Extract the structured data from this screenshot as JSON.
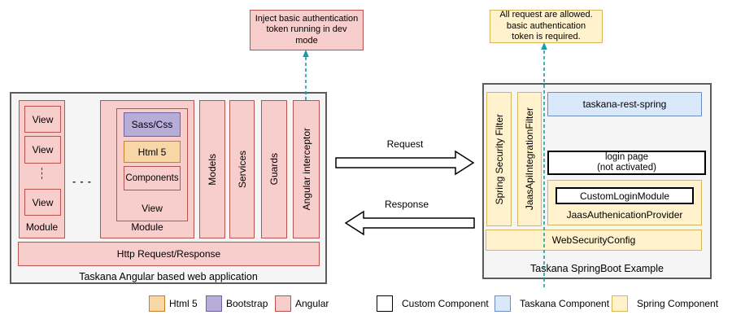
{
  "annotations": {
    "dev_note": "Inject basic authentication\ntoken running in dev\nmode",
    "auth_note": "All request are allowed.\nbasic authentication\ntoken is required."
  },
  "left_app": {
    "title": "Taskana Angular based web application",
    "module1": {
      "label": "Module",
      "views": [
        "View",
        "View",
        "View"
      ]
    },
    "separator": "- - -",
    "module2": {
      "label": "Module",
      "view_label": "View",
      "sass": "Sass/Css",
      "html5": "Html 5",
      "components": "Components"
    },
    "bars": [
      "Models",
      "Services",
      "Guards",
      "Angular interceptor"
    ],
    "http_bar": "Http Request/Response"
  },
  "flows": {
    "request": "Request",
    "response": "Response"
  },
  "right_app": {
    "title": "Taskana SpringBoot Example",
    "filters": [
      "Spring Security Filter",
      "JaasApiIntegrationFilter"
    ],
    "rest": "taskana-rest-spring",
    "login_page": "login page\n(not activated)",
    "provider": {
      "label": "JaasAuthenicationProvider",
      "custom_login": "CustomLoginModule"
    },
    "web_security": "WebSecurityConfig"
  },
  "legend": [
    {
      "label": "Html 5",
      "fill": "#f9d6a6",
      "border": "#c67f2b"
    },
    {
      "label": "Bootstrap",
      "fill": "#b6add8",
      "border": "#6d61a0"
    },
    {
      "label": "Angular",
      "fill": "#f8cecc",
      "border": "#b85450"
    },
    {
      "label": "Custom Component",
      "fill": "#ffffff",
      "border": "#000000"
    },
    {
      "label": "Taskana Component",
      "fill": "#dae8fc",
      "border": "#6c8ebf"
    },
    {
      "label": "Spring Component",
      "fill": "#fff2cc",
      "border": "#d6b656"
    }
  ],
  "colors": {
    "panel_fill": "#f5f5f5",
    "panel_border": "#5c5c5c",
    "dashed_connector": "#199aa8",
    "arrow_fill": "#ffffff",
    "arrow_stroke": "#000000"
  }
}
